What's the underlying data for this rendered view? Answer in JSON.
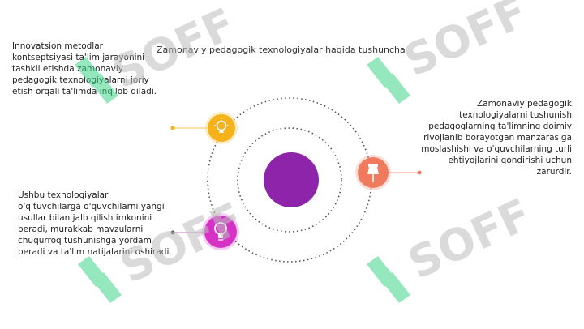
{
  "title": "Zamonaviy pedagogik texnologiyalar haqida tushuncha",
  "blocks": [
    {
      "text": "Innovatsion metodlar kontseptsiyasi ta'lim jarayonini tashkil etishda zamonaviy pedagogik texnologiyalarni joriy etish orqali ta'limda inqilob qiladi."
    },
    {
      "text": "Zamonaviy pedagogik texnologiyalarni tushunish pedagoglarning ta'limning doimiy rivojlanib borayotgan manzarasiga moslashishi va o'quvchilarning turli ehtiyojlarini qondirishi uchun zarurdir."
    },
    {
      "text": "Ushbu texnologiyalar o'qituvchilarga o'quvchilarni yangi usullar bilan jalb qilish imkonini beradi, murakkab mavzularni chuqurroq tushunishga yordam beradi va ta'lim natijalarini oshiradi."
    }
  ],
  "icons": {
    "top": "lightbulb-icon",
    "right": "pushpin-icon",
    "bottom": "lightbulb-icon"
  },
  "colors": {
    "center": "#8e24aa",
    "top": "#f5b21b",
    "right": "#f07a5e",
    "bottom": "#d633c6",
    "watermark_text": "#bdbdbd",
    "watermark_logo": "#3fd68a"
  },
  "watermark": {
    "text": "SOFF"
  }
}
